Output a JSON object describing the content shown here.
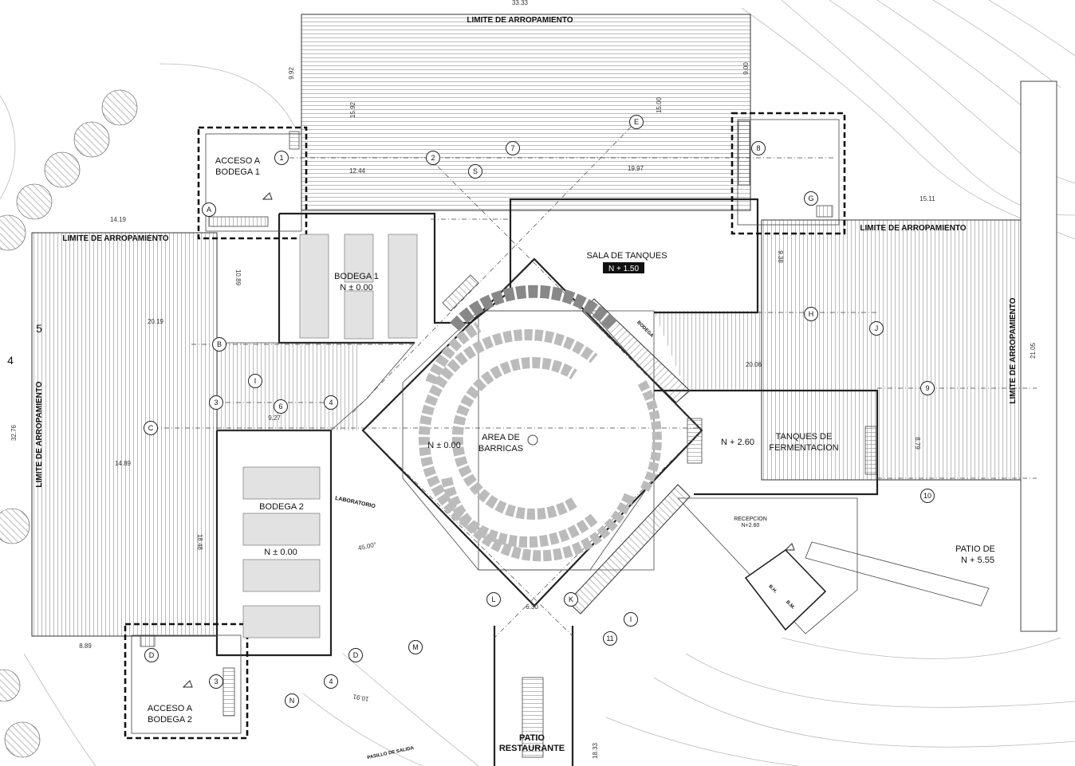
{
  "plan": {
    "limits": {
      "top": "LIMITE DE ARROPAMIENTO",
      "left_h": "LIMITE DE ARROPAMIENTO",
      "left_v": "LIMITE DE ARROPAMIENTO",
      "right_h": "LIMITE DE ARROPAMIENTO",
      "right_v": "LIMITE DE ARROPAMIENTO"
    },
    "rooms": {
      "acceso1_a": "ACCESO A",
      "acceso1_b": "BODEGA 1",
      "bodega1": "BODEGA 1",
      "bodega1_level": "N ± 0.00",
      "sala_tanques": "SALA DE TANQUES",
      "sala_level": "N + 1.50",
      "area_barricas_a": "AREA DE",
      "area_barricas_b": "BARRICAS",
      "area_level": "N ± 0.00",
      "tanques_a": "TANQUES DE",
      "tanques_b": "FERMENTACION",
      "tanques_level": "N + 2.60",
      "bodega2": "BODEGA 2",
      "bodega2_level": "N ± 0.00",
      "laboratorio": "LABORATORIO",
      "acceso2_a": "ACCESO A",
      "acceso2_b": "BODEGA 2",
      "recepcion_a": "RECEPCION",
      "recepcion_b": "N+2.60",
      "patio_a": "PATIO DE",
      "patio_b": "N + 5.55",
      "patio_rest_a": "PATIO",
      "patio_rest_b": "RESTAURANTE",
      "pasillo": "PASILLO DE SALIDA",
      "bodega_small": "BODEGA",
      "bh": "B.H.",
      "bm": "B.M."
    },
    "dimensions": {
      "d_top": "33.33",
      "d_992": "9.92",
      "d_900": "9.00",
      "d_1592": "15.92",
      "d_1500": "15.00",
      "d_1244": "12.44",
      "d_1997": "19.97",
      "d_1419": "14.19",
      "d_1511": "15.11",
      "d_1089": "10.89",
      "d_938": "9.38",
      "d_2019": "20.19",
      "d_2006": "20.06",
      "d_2105": "21.05",
      "d_927": "9.27",
      "d_3276": "32.76",
      "d_1489": "14.89",
      "d_879": "8.79",
      "d_1848": "18.48",
      "d_4500": "45.00°",
      "d_889": "8.89",
      "d_630": "6.30",
      "d_1091": "10.91",
      "d_1833": "18.33",
      "side_5": "5",
      "side_4": "4"
    },
    "grid": {
      "g1": "1",
      "gA": "A",
      "g2": "2",
      "g7": "7",
      "gE": "E",
      "gS": "S",
      "g8": "8",
      "gG": "G",
      "gH": "H",
      "gJ": "J",
      "g9": "9",
      "g10": "10",
      "gB": "B",
      "gI": "I",
      "g6": "6",
      "g3": "3",
      "g4": "4",
      "gC": "C",
      "gL": "L",
      "gK": "K",
      "gI2": "I",
      "g11": "11",
      "gM": "M",
      "gN": "N",
      "gD": "D",
      "gD2": "D",
      "g3b": "3",
      "g4b": "4"
    }
  }
}
